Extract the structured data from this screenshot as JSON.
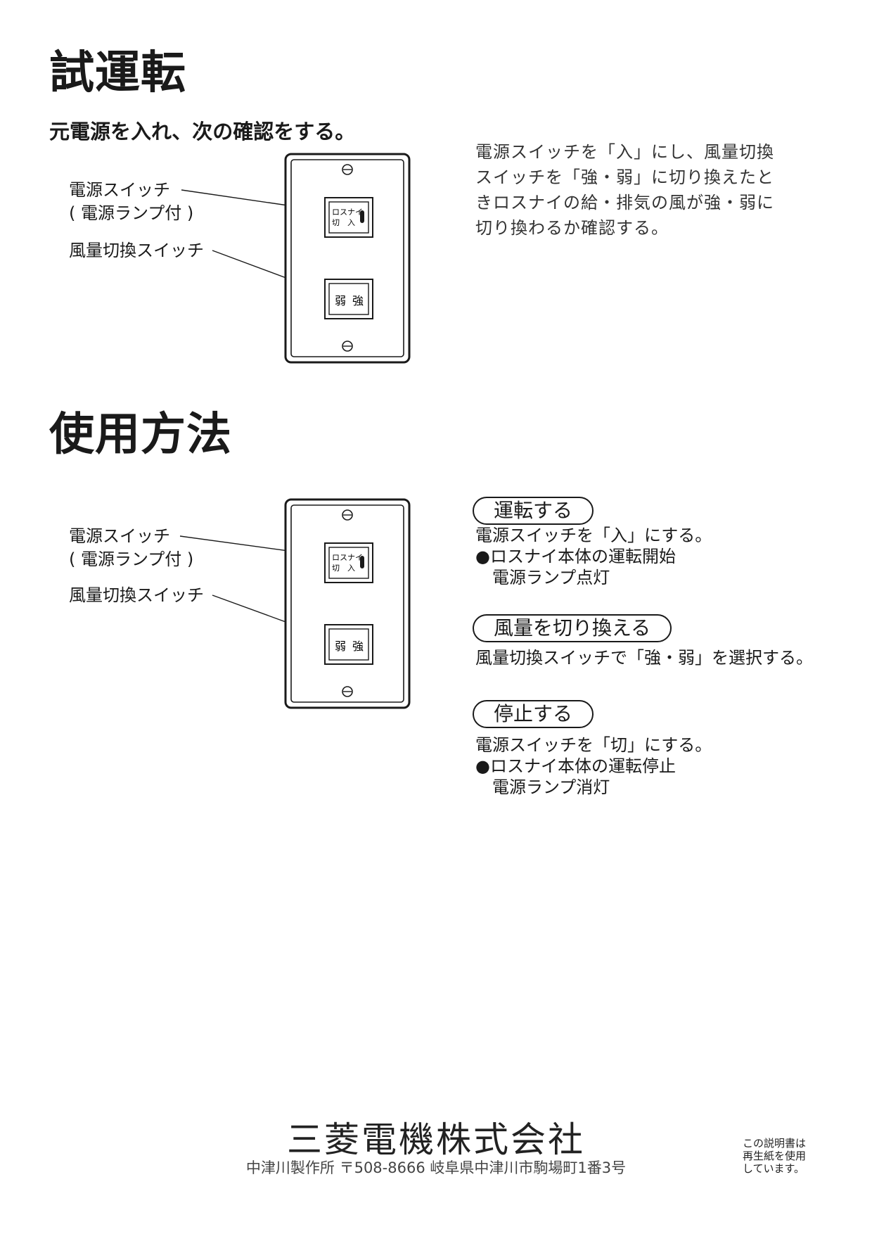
{
  "test_run": {
    "title": "試運転",
    "lead": "元電源を入れ、次の確認をする。",
    "power_switch_label_1": "電源スイッチ",
    "power_switch_label_2": "( 電源ランプ付 )",
    "airflow_switch_label": "風量切換スイッチ",
    "description": [
      "電源スイッチを「入」にし、風量切換",
      "スイッチを「強・弱」に切り換えたと",
      "きロスナイの給・排気の風が強・弱に",
      "切り換わるか確認する。"
    ]
  },
  "switch_panel": {
    "power_button_line_1": "ロスナイ",
    "power_button_line_2": "切　入",
    "airflow_weak": "弱",
    "airflow_strong": "強"
  },
  "usage": {
    "title": "使用方法",
    "power_switch_label_1": "電源スイッチ",
    "power_switch_label_2": "( 電源ランプ付 )",
    "airflow_switch_label": "風量切換スイッチ",
    "sections": {
      "start": {
        "heading": "運転する",
        "line_1": "電源スイッチを「入」にする。",
        "line_2": "●ロスナイ本体の運転開始",
        "line_3": "電源ランプ点灯"
      },
      "switch": {
        "heading": "風量を切り換える",
        "line_1": "風量切換スイッチで「強・弱」を選択する。"
      },
      "stop": {
        "heading": "停止する",
        "line_1": "電源スイッチを「切」にする。",
        "line_2": "●ロスナイ本体の運転停止",
        "line_3": "電源ランプ消灯"
      }
    }
  },
  "footer": {
    "company": "三菱電機株式会社",
    "address": "中津川製作所 〒508-8666 岐阜県中津川市駒場町1番3号",
    "recycled_note": [
      "この説明書は",
      "再生紙を使用",
      "しています。"
    ]
  }
}
